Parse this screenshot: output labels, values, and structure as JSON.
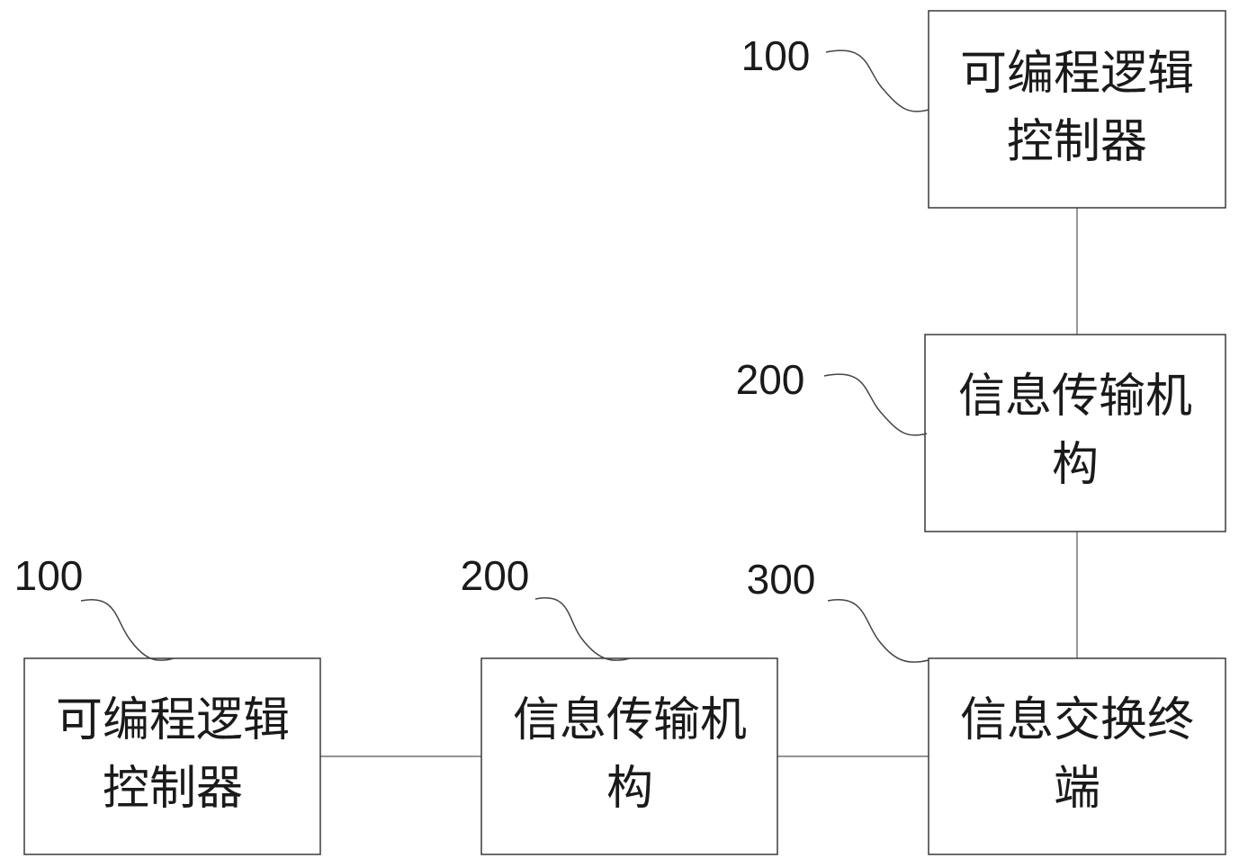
{
  "blocks": {
    "plc_top": {
      "line1": "可编程逻辑",
      "line2": "控制器",
      "ref": "100"
    },
    "transfer_top": {
      "line1": "信息传输机",
      "line2": "构",
      "ref": "200"
    },
    "plc_bottom": {
      "line1": "可编程逻辑",
      "line2": "控制器",
      "ref": "100"
    },
    "transfer_bottom": {
      "line1": "信息传输机",
      "line2": "构",
      "ref": "200"
    },
    "exchange_terminal": {
      "line1": "信息交换终",
      "line2": "端",
      "ref": "300"
    }
  }
}
